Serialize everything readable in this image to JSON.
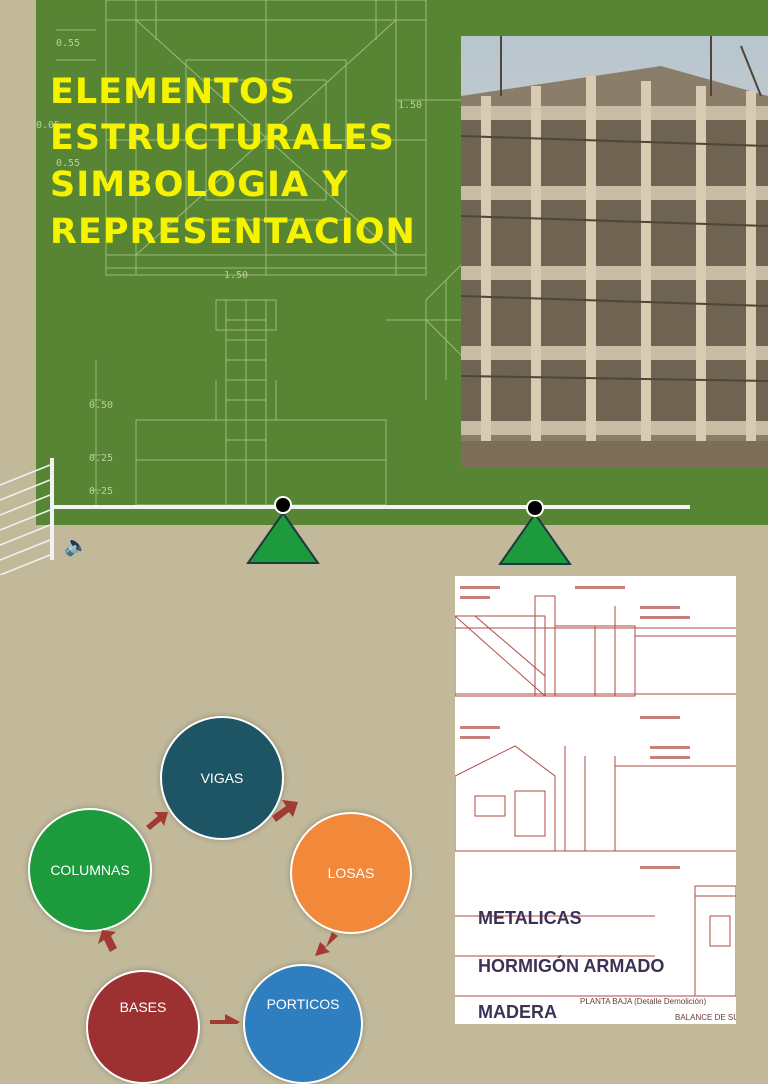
{
  "title": {
    "line1": "ELEMENTOS",
    "line2": "ESTRUCTURALES",
    "line3": "SIMBOLOGIA Y",
    "line4": "REPRESENTACION"
  },
  "blueprint_dims": {
    "d1": "0.55",
    "d2": "0.55",
    "d3": "0.05",
    "d4": "1.50",
    "d5": "1.50",
    "d6": "0.50",
    "d7": "0.25",
    "d8": "0.25"
  },
  "cycle": {
    "vigas": "VIGAS",
    "losas": "LOSAS",
    "porticos": "PORTICOS",
    "bases": "BASES",
    "columnas": "COLUMNAS"
  },
  "drawing": {
    "caption": "PLANTA BAJA (Detalle Demolición)",
    "caption2": "BALANCE DE SU"
  },
  "types": {
    "metalicas": "METALICAS",
    "hormigon": "HORMIGÓN ARMADO",
    "madera": "MADERA"
  },
  "colors": {
    "background": "#c1b99a",
    "slide_green": "#588533",
    "title_yellow": "#f6f300",
    "vigas": "#1e5564",
    "losas": "#f1883a",
    "porticos": "#2f7fc0",
    "bases": "#9d3131",
    "columnas": "#1c9a3c",
    "arrow": "#a23a34",
    "support_green": "#1d9a3c"
  },
  "icons": {
    "speaker": "speaker-icon"
  }
}
